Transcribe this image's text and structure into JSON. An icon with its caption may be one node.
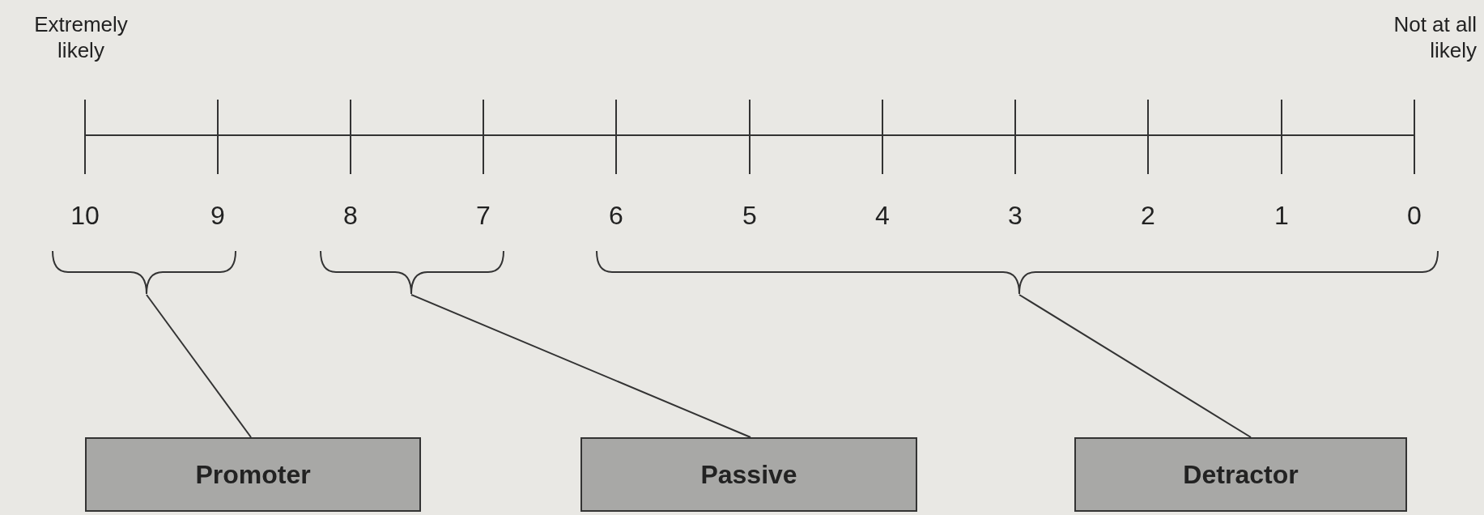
{
  "diagram": {
    "nodes": [
      {
        "text": [],
        "shape": "brace"
      },
      {
        "text": [],
        "shape": "brace"
      },
      {
        "text": [],
        "shape": "brace"
      },
      {
        "text": [
          "Promoter"
        ]
      },
      {
        "text": [
          "Passive"
        ]
      },
      {
        "text": [
          "Detractor"
        ]
      }
    ],
    "edges": [
      {
        "from": 0,
        "to": 3,
        "arrow": "none"
      },
      {
        "from": 1,
        "to": 4,
        "arrow": "none"
      },
      {
        "from": 2,
        "to": 5,
        "arrow": "none"
      }
    ],
    "labels": [
      "Extremely likely",
      "Not at all likely",
      "10",
      "9",
      "8",
      "7",
      "6",
      "5",
      "4",
      "3",
      "2",
      "1",
      "0"
    ]
  }
}
